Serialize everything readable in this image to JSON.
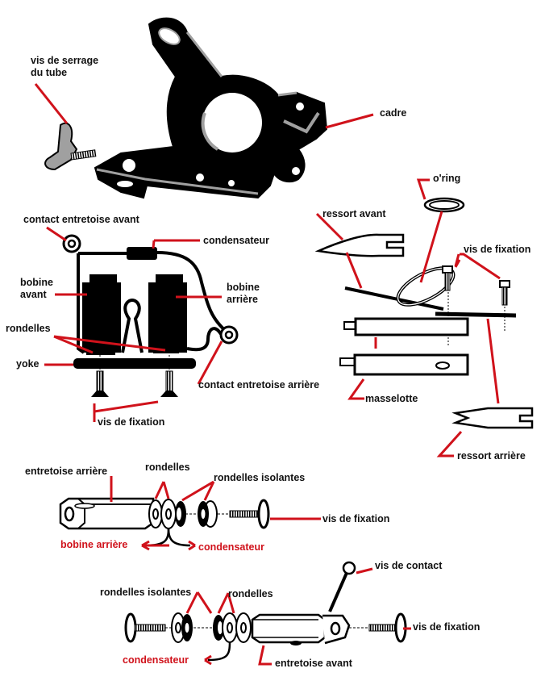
{
  "colors": {
    "leader": "#d0121b",
    "ink": "#000000",
    "metal": "#a0a0a0",
    "label": "#111111",
    "accent_label": "#d0121b"
  },
  "frame": {
    "tube_screw": "vis de serrage\ndu tube",
    "frame": "cadre"
  },
  "coils": {
    "front_binding_contact": "contact entretoise avant",
    "capacitor": "condensateur",
    "front_coil": "bobine\navant",
    "rear_coil": "bobine\narrière",
    "washers": "rondelles",
    "yoke": "yoke",
    "rear_binding_contact": "contact entretoise arrière",
    "fixing_screws": "vis de fixation"
  },
  "armature": {
    "oring": "o'ring",
    "front_spring": "ressort avant",
    "fixing_screws": "vis de fixation",
    "armature_bar": "masselotte",
    "rear_spring": "ressort arrière"
  },
  "rear_binding": {
    "rear_post": "entretoise arrière",
    "washers": "rondelles",
    "insulating_washers": "rondelles isolantes",
    "fixing_screw": "vis de fixation",
    "to_rear_coil": "bobine arrière",
    "to_capacitor": "condensateur"
  },
  "front_binding": {
    "contact_screw": "vis de contact",
    "insulating_washers": "rondelles isolantes",
    "washers": "rondelles",
    "fixing_screw": "vis de fixation",
    "to_capacitor": "condensateur",
    "front_post": "entretoise avant"
  }
}
